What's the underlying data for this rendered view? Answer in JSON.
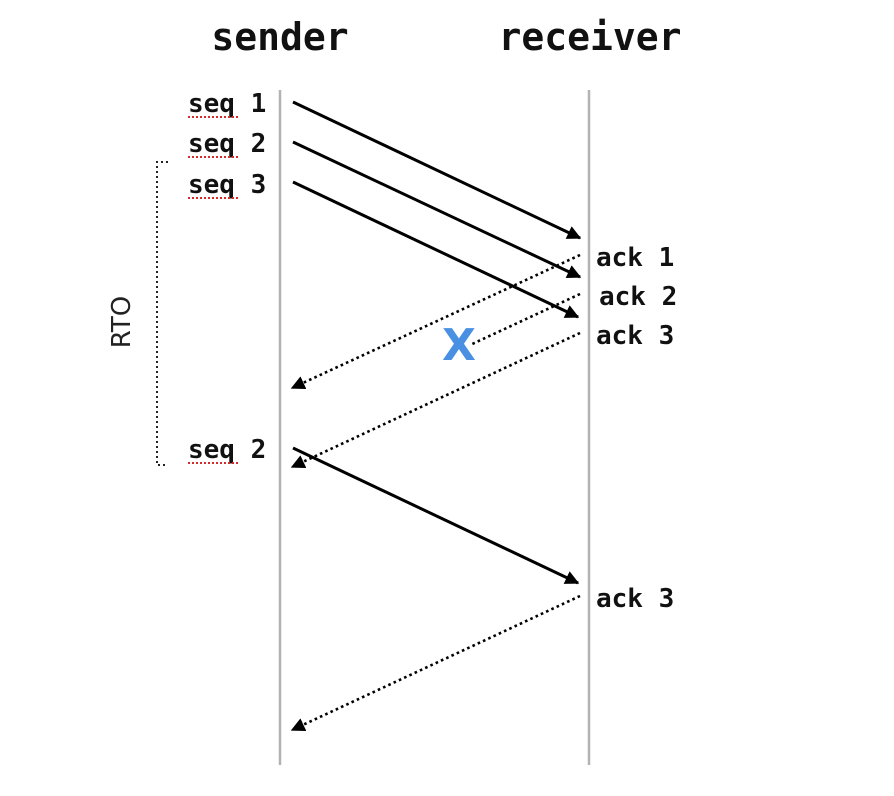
{
  "participants": {
    "sender": "sender",
    "receiver": "receiver"
  },
  "timeout_label": "RTO",
  "loss_marker": {
    "symbol": "X",
    "color": "#4a90e2"
  },
  "sender_labels": [
    "seq 1",
    "seq 2",
    "seq 3",
    "seq 2"
  ],
  "receiver_labels": [
    "ack 1",
    "ack 2",
    "ack 3",
    "ack 3"
  ],
  "messages": [
    {
      "from": "sender",
      "to": "receiver",
      "label": "seq 1",
      "style": "solid"
    },
    {
      "from": "sender",
      "to": "receiver",
      "label": "seq 2",
      "style": "solid"
    },
    {
      "from": "sender",
      "to": "receiver",
      "label": "seq 3",
      "style": "solid"
    },
    {
      "from": "receiver",
      "to": "sender",
      "label": "ack 1",
      "style": "dotted"
    },
    {
      "from": "receiver",
      "to": "sender",
      "label": "ack 2",
      "style": "dotted",
      "lost": true
    },
    {
      "from": "receiver",
      "to": "sender",
      "label": "ack 3",
      "style": "dotted"
    },
    {
      "from": "sender",
      "to": "receiver",
      "label": "seq 2",
      "style": "solid",
      "retransmission": true
    },
    {
      "from": "receiver",
      "to": "sender",
      "label": "ack 3",
      "style": "dotted"
    }
  ]
}
